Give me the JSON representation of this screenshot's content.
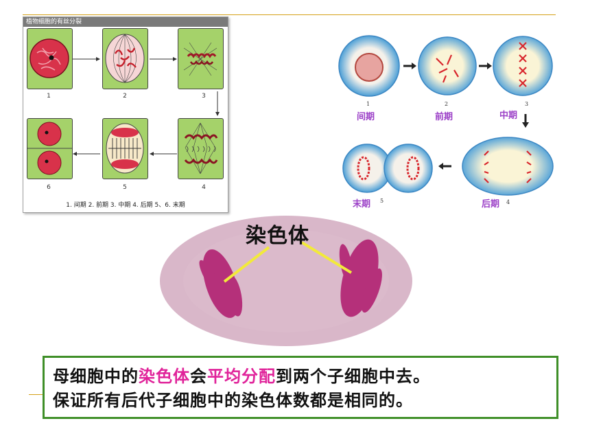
{
  "panel": {
    "title": "植物细胞的有丝分裂",
    "tile_numbers": [
      "1",
      "2",
      "3",
      "4",
      "5",
      "6"
    ],
    "caption": "1. 间期 2. 前期 3. 中期 4. 后期 5、6. 末期"
  },
  "diagram": {
    "stages": [
      {
        "label": "间期",
        "num": "1"
      },
      {
        "label": "前期",
        "num": "2"
      },
      {
        "label": "中期",
        "num": "3"
      },
      {
        "label": "后期",
        "num": "4"
      },
      {
        "label": "末期",
        "num": "5"
      }
    ]
  },
  "micrograph": {
    "label": "染色体"
  },
  "summary": {
    "line1_a": "母细胞中的",
    "line1_b": "染色体",
    "line1_c": "会",
    "line1_d": "平均分配",
    "line1_e": "到两个子细胞中去。",
    "line2": "保证所有后代子细胞中的染色体数都是相同的。"
  },
  "colors": {
    "accent_rule": "#d4a017",
    "box_border": "#3f8f28",
    "highlight": "#e0239a",
    "stage_label": "#9b3fc7"
  }
}
